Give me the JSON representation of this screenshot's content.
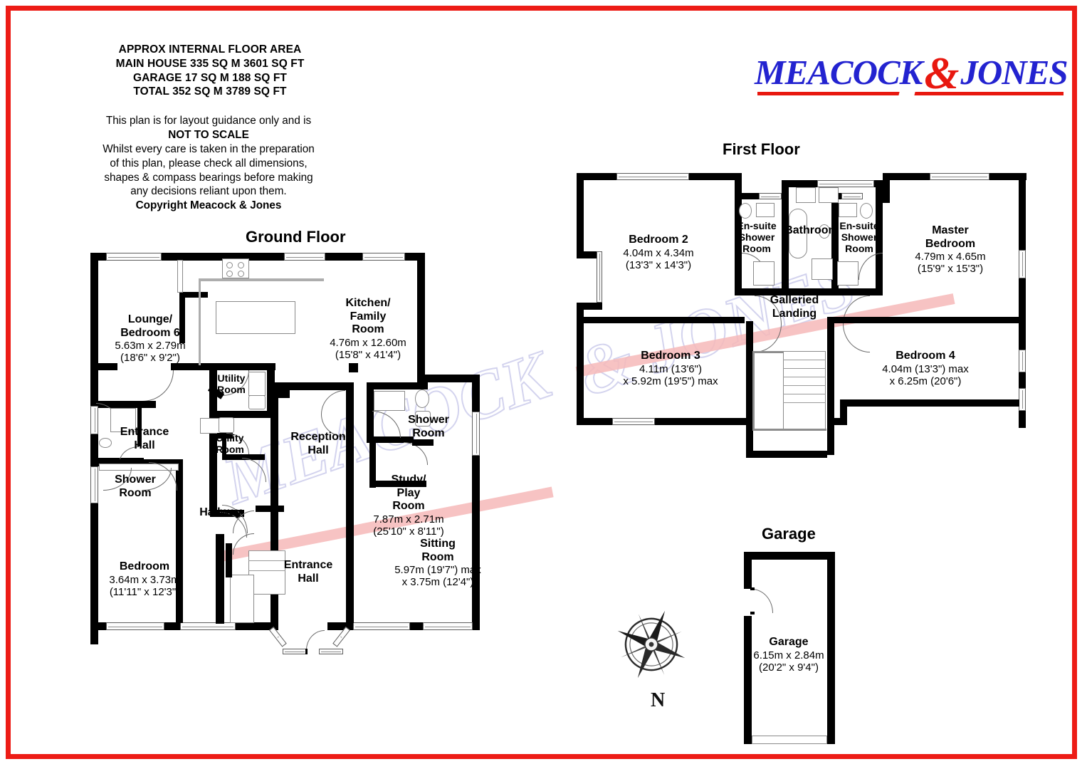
{
  "header": {
    "area_lines": [
      "APPROX INTERNAL FLOOR AREA",
      "MAIN HOUSE 335 SQ M 3601 SQ FT",
      "GARAGE 17 SQ M 188 SQ FT",
      "TOTAL 352 SQ M 3789 SQ FT"
    ],
    "disclaimer_l1": "This plan is for layout guidance only and is",
    "disclaimer_l2": "NOT TO SCALE",
    "disclaimer_l3": "Whilst every care is taken in the preparation",
    "disclaimer_l4": "of this plan, please check all dimensions,",
    "disclaimer_l5": "shapes & compass bearings before making",
    "disclaimer_l6": "any decisions reliant upon them.",
    "copyright": "Copyright Meacock & Jones"
  },
  "logo": {
    "word1": "MEACOCK",
    "amp": "&",
    "word2": "JONES",
    "color_primary": "#2323d0",
    "color_accent": "#e8180f"
  },
  "border_color": "#ed1c16",
  "watermark": {
    "text_top": "MEACOCK",
    "text_bottom": "& JONES",
    "color": "#3d3db4",
    "stripe_color": "#f6b9b9"
  },
  "compass": {
    "north_label": "N"
  },
  "plans": {
    "ground": {
      "title": "Ground Floor",
      "rooms": [
        {
          "name": "Lounge/\nBedroom 6",
          "name_l1": "Lounge/",
          "name_l2": "Bedroom 6",
          "dim_metric": "5.63m x 2.79m",
          "dim_imperial": "(18'6\" x 9'2\")"
        },
        {
          "name_l1": "Entrance",
          "name_l2": "Hall",
          "dim_metric": "",
          "dim_imperial": ""
        },
        {
          "name_l1": "Shower",
          "name_l2": "Room",
          "dim_metric": "",
          "dim_imperial": ""
        },
        {
          "name_l1": "Bedroom",
          "name_l2": "",
          "dim_metric": "3.64m x 3.73m",
          "dim_imperial": "(11'11\" x 12'3\")"
        },
        {
          "name_l1": "Utility",
          "name_l2": "Room",
          "dim_metric": "",
          "dim_imperial": ""
        },
        {
          "name_l1": "Utility",
          "name_l2": "Room",
          "dim_metric": "",
          "dim_imperial": ""
        },
        {
          "name_l1": "Hallway",
          "name_l2": "",
          "dim_metric": "",
          "dim_imperial": ""
        },
        {
          "name_l1": "Kitchen/",
          "name_l2": "Family",
          "name_l3": "Room",
          "dim_metric": "4.76m x 12.60m",
          "dim_imperial": "(15'8\" x 41'4\")"
        },
        {
          "name_l1": "Reception",
          "name_l2": "Hall",
          "dim_metric": "",
          "dim_imperial": ""
        },
        {
          "name_l1": "Entrance",
          "name_l2": "Hall",
          "dim_metric": "",
          "dim_imperial": ""
        },
        {
          "name_l1": "Study/",
          "name_l2": "Play",
          "name_l3": "Room",
          "dim_metric": "7.87m x 2.71m",
          "dim_imperial": "(25'10\" x 8'11\")"
        },
        {
          "name_l1": "Shower",
          "name_l2": "Room",
          "dim_metric": "",
          "dim_imperial": ""
        },
        {
          "name_l1": "Sitting",
          "name_l2": "Room",
          "dim_metric": "5.97m (19'7\") max",
          "dim_imperial": "x 3.75m (12'4\")"
        }
      ]
    },
    "first": {
      "title": "First Floor",
      "rooms": [
        {
          "name_l1": "Bedroom 2",
          "dim_metric": "4.04m x 4.34m",
          "dim_imperial": "(13'3\" x 14'3\")"
        },
        {
          "name_l1": "En-suite",
          "name_l2": "Shower",
          "name_l3": "Room",
          "dim_metric": "",
          "dim_imperial": ""
        },
        {
          "name_l1": "Bathroom",
          "dim_metric": "",
          "dim_imperial": ""
        },
        {
          "name_l1": "En-suite",
          "name_l2": "Shower",
          "name_l3": "Room",
          "dim_metric": "",
          "dim_imperial": ""
        },
        {
          "name_l1": "Master",
          "name_l2": "Bedroom",
          "dim_metric": "4.79m x 4.65m",
          "dim_imperial": "(15'9\" x 15'3\")"
        },
        {
          "name_l1": "Galleried",
          "name_l2": "Landing",
          "dim_metric": "",
          "dim_imperial": ""
        },
        {
          "name_l1": "Bedroom 3",
          "dim_metric": "4.11m (13'6\")",
          "dim_imperial": "x 5.92m (19'5\") max"
        },
        {
          "name_l1": "Bedroom 4",
          "dim_metric": "4.04m (13'3\") max",
          "dim_imperial": "x 6.25m (20'6\")"
        }
      ]
    },
    "garage": {
      "title": "Garage",
      "rooms": [
        {
          "name_l1": "Garage",
          "dim_metric": "6.15m x 2.84m",
          "dim_imperial": "(20'2\" x 9'4\")"
        }
      ]
    }
  }
}
